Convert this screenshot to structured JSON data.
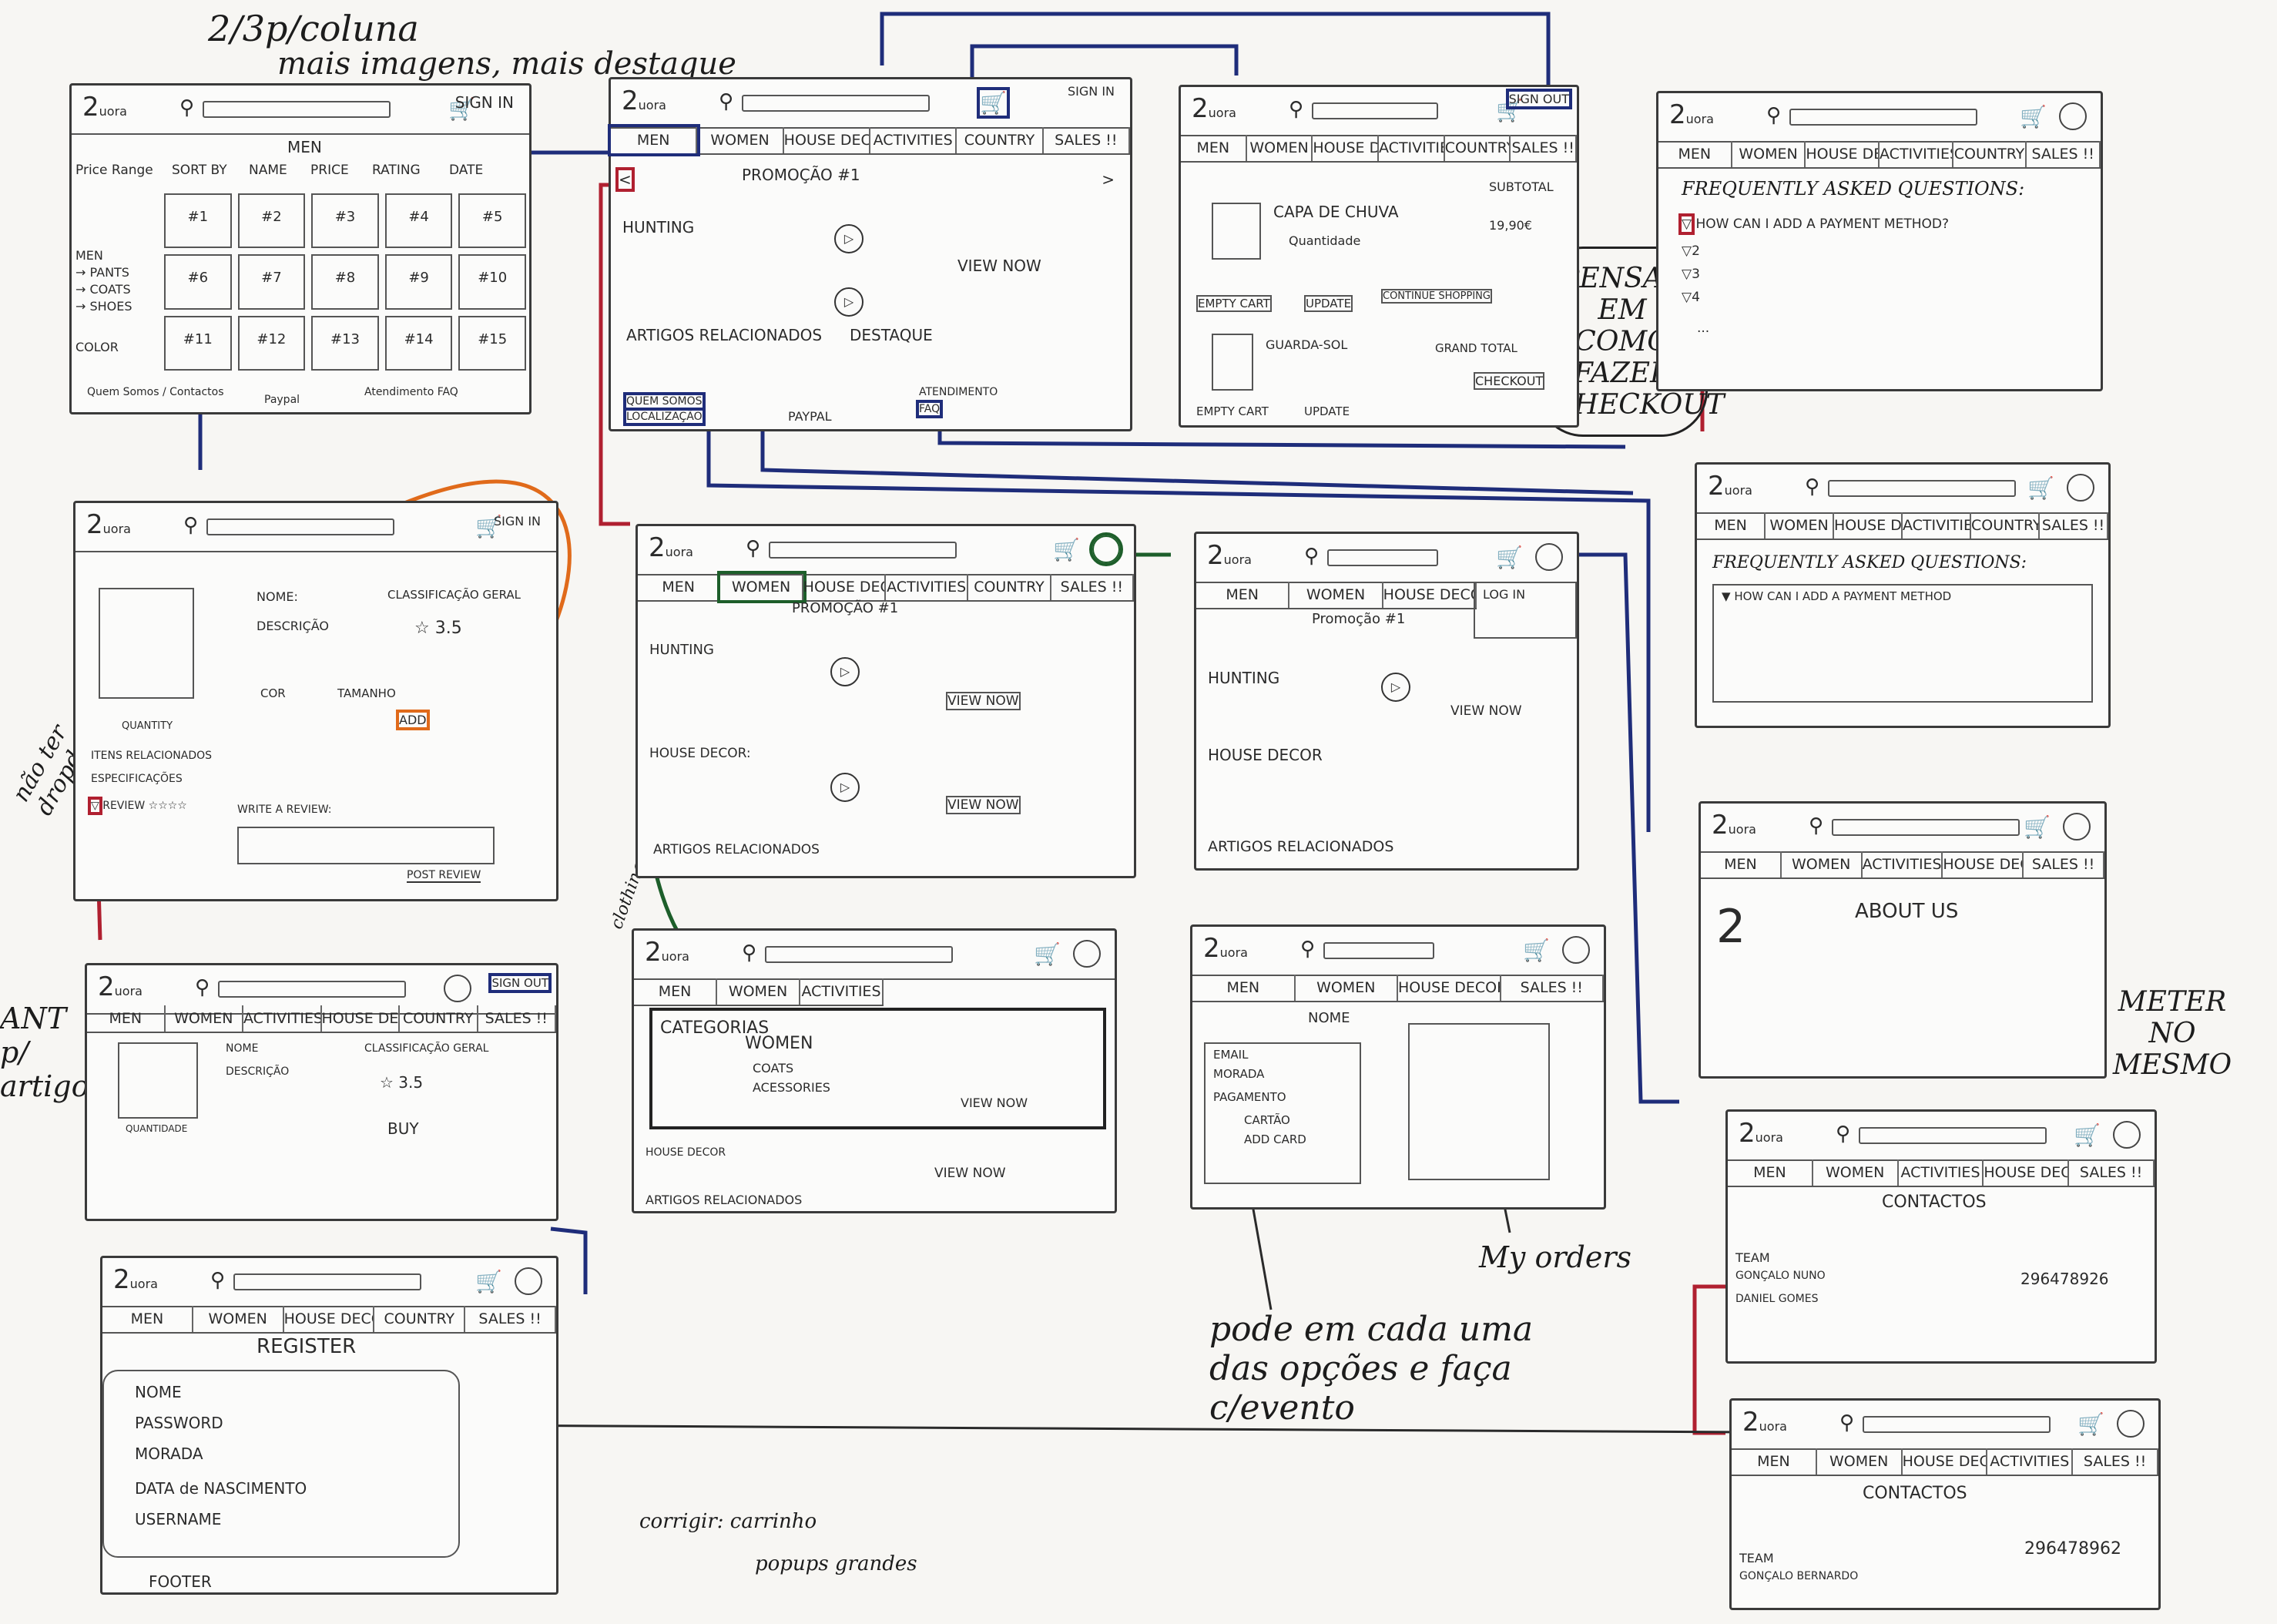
{
  "notes": {
    "top_note_line1": "2/3p/coluna",
    "top_note_line2": "mais imagens, mais destaque",
    "pensar": "PENSAR EM COMO FAZER CHECKOUT",
    "meter": "METER NO MESMO",
    "pode_cada": "pode em cada uma das opções e faça c/evento",
    "myorders": "My orders",
    "clothing": "clothing",
    "corrigir": "corrigir: carrinho",
    "popups": "popups grandes",
    "nao_ter": "não ter dropdowns",
    "left_bottom": "ANT p/ artigo"
  },
  "nav": {
    "men": "MEN",
    "women": "WOMEN",
    "house_decor": "HOUSE DECOR",
    "activities": "ACTIVITIES",
    "country": "COUNTRY",
    "sales": "SALES !!",
    "sign_in": "SIGN IN",
    "sign_out": "SIGN OUT",
    "log_in": "LOG IN"
  },
  "screens": {
    "men_listing": {
      "title": "MEN",
      "price_range": "Price Range",
      "sort_by": "SORT BY",
      "name": "NAME",
      "price": "PRICE",
      "rating": "RATING",
      "date": "DATE",
      "tiles": [
        "#1",
        "#2",
        "#3",
        "#4",
        "#5",
        "#6",
        "#7",
        "#8",
        "#9",
        "#10",
        "#11",
        "#12",
        "#13",
        "#14",
        "#15"
      ],
      "filters": [
        "MEN",
        "→ PANTS",
        "→ COATS",
        "→ SHOES"
      ],
      "color": "COLOR",
      "footer_left": "Quem Somos / Contactos",
      "footer_mid": "Paypal",
      "footer_right": "Atendimento FAQ"
    },
    "home": {
      "promo": "PROMOÇÃO #1",
      "hunting": "HUNTING",
      "view_now": "VIEW NOW",
      "artigos": "ARTIGOS RELACIONADOS",
      "destaque": "DESTAQUE",
      "quem_somos": "QUEM SOMOS",
      "localizacao": "LOCALIZAÇÃO",
      "paypal": "PAYPAL",
      "atendimento": "ATENDIMENTO",
      "faq": "FAQ"
    },
    "cart": {
      "item1": "CAPA DE CHUVA",
      "quantity": "Quantidade",
      "price1": "19,90€",
      "subtotal": "SUBTOTAL",
      "empty": "EMPTY CART",
      "update": "UPDATE",
      "continue": "CONTINUE SHOPPING",
      "item2": "GUARDA-SOL",
      "grand_total": "GRAND TOTAL",
      "checkout": "CHECKOUT"
    },
    "faq1": {
      "title": "FREQUENTLY ASKED QUESTIONS:",
      "q1": "HOW CAN I ADD A PAYMENT METHOD?",
      "items": [
        "▽2",
        "▽3",
        "▽4",
        "..."
      ]
    },
    "faq2": {
      "title": "FREQUENTLY ASKED QUESTIONS:",
      "q1": "HOW CAN I ADD A PAYMENT METHOD"
    },
    "product": {
      "nome": "NOME:",
      "descricao": "DESCRIÇÃO",
      "classificacao": "CLASSIFICAÇÃO GERAL",
      "rating": "3.5",
      "cor": "COR",
      "tamanho": "TAMANHO",
      "add": "ADD",
      "quantity": "QUANTITY",
      "relacionados": "ITENS RELACIONADOS",
      "especificacoes": "ESPECIFICAÇÕES",
      "review": "REVIEW",
      "write": "WRITE A REVIEW:",
      "post": "POST REVIEW"
    },
    "home_women": {
      "promo": "PROMOÇÃO #1",
      "hunting": "HUNTING",
      "view_now": "VIEW NOW",
      "house_decor": "HOUSE DECOR:",
      "artigos": "ARTIGOS RELACIONADOS"
    },
    "home_login": {
      "promo": "Promoção #1",
      "hunting": "HUNTING",
      "view_now": "VIEW NOW",
      "house_decor": "HOUSE DECOR",
      "artigos": "ARTIGOS RELACIONADOS"
    },
    "about": {
      "title": "ABOUT US"
    },
    "product2": {
      "nome": "NOME",
      "descricao": "DESCRIÇÃO",
      "classificacao": "CLASSIFICAÇÃO GERAL",
      "rating": "3.5",
      "quantity": "QUANTIDADE",
      "buy": "BUY"
    },
    "dropdown": {
      "categorias": "CATEGORIAS",
      "women": "WOMEN",
      "coats": "COATS",
      "accessories": "ACESSORIES",
      "view_now": "VIEW NOW",
      "house_decor": "HOUSE DECOR",
      "artigos": "ARTIGOS RELACIONADOS"
    },
    "profile": {
      "nome": "NOME",
      "email": "EMAIL",
      "morada": "MORADA",
      "pagamento": "PAGAMENTO",
      "cartao": "CARTÃO",
      "add_card": "ADD CARD"
    },
    "contactos1": {
      "title": "CONTACTOS",
      "team": "TEAM",
      "p1": "GONÇALO NUNO",
      "p2": "DANIEL GOMES",
      "phone": "296478926"
    },
    "register": {
      "title": "REGISTER",
      "fields": [
        "NOME",
        "PASSWORD",
        "MORADA",
        "DATA de NASCIMENTO",
        "USERNAME"
      ],
      "footer": "FOOTER"
    },
    "contactos2": {
      "title": "CONTACTOS",
      "team": "TEAM",
      "p1": "GONÇALO BERNARDO",
      "phone": "296478962"
    }
  }
}
